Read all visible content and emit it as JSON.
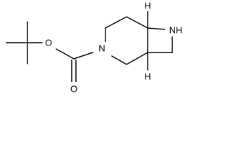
{
  "molecule": {
    "atoms": {
      "n_ring": "N",
      "o_carbonyl": "O",
      "o_ester": "O",
      "n_azetidine": "NH",
      "h_top": "H",
      "h_bottom": "H"
    }
  }
}
